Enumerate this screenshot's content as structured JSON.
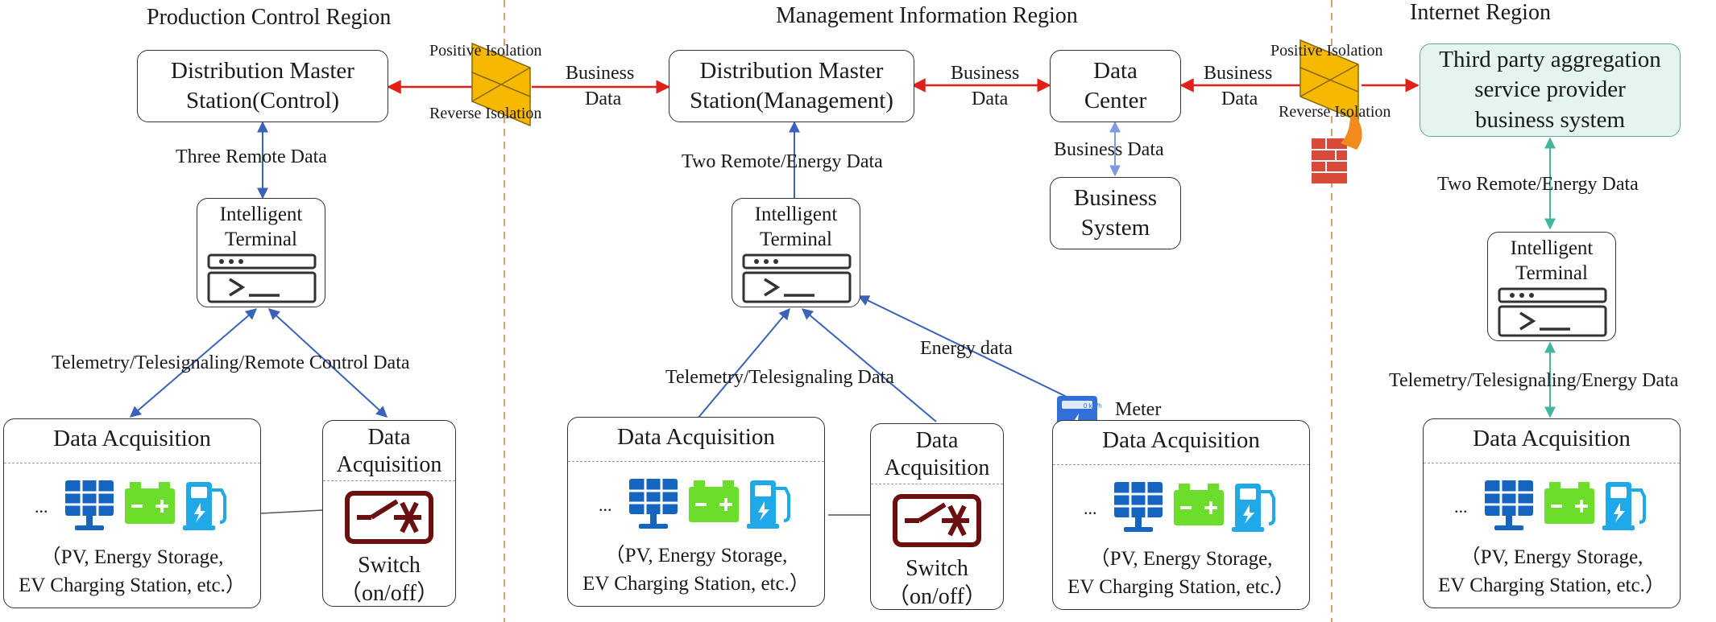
{
  "regions": {
    "production": "Production Control Region",
    "management": "Management Information Region",
    "internet": "Internet Region"
  },
  "boxes": {
    "dms_control": [
      "Distribution Master",
      "Station(Control)"
    ],
    "dms_management": [
      "Distribution Master",
      "Station(Management)"
    ],
    "data_center": [
      "Data",
      "Center"
    ],
    "business_system": [
      "Business",
      "System"
    ],
    "third_party": [
      "Third party aggregation",
      "service provider",
      "business system"
    ]
  },
  "terminal_label": [
    "Intelligent",
    "Terminal"
  ],
  "acquisition": {
    "title": "Data Acquisition",
    "ellipsis": "...",
    "desc_line1": "（PV, Energy Storage,",
    "desc_line2": "EV Charging Station, etc.）"
  },
  "switch_box": {
    "title_line1": "Data",
    "title_line2": "Acquisition",
    "foot_line1": "Switch",
    "foot_line2": "（on/off）"
  },
  "isolation": {
    "positive": "Positive Isolation",
    "reverse": "Reverse Isolation"
  },
  "labels": {
    "business": "Business",
    "data": "Data",
    "business_data": "Business Data",
    "three_remote": "Three Remote Data",
    "two_remote_energy": "Two Remote/Energy Data",
    "telemetry_remote_control": "Telemetry/Telesignaling/Remote Control Data",
    "telemetry_telesignaling": "Telemetry/Telesignaling Data",
    "telemetry_energy": "Telemetry/Telesignaling/Energy Data",
    "energy_data": "Energy data",
    "meter": "Meter",
    "meter_display": "0 kWh"
  },
  "colors": {
    "isolation_fill": "#f6b800",
    "business_arrow": "#e0201a",
    "control_arrow": "#3a62b9",
    "teal_arrow": "#3fb89e",
    "pv_blue": "#1565c0",
    "battery_green": "#6cdd2a",
    "charger_cyan": "#20a9e8",
    "switch_brown": "#6b1010",
    "region_divider": "#e0a060"
  },
  "icons": [
    "solar-panel-icon",
    "battery-icon",
    "ev-charger-icon",
    "switch-icon",
    "meter-icon",
    "firewall-icon",
    "terminal-icon"
  ]
}
